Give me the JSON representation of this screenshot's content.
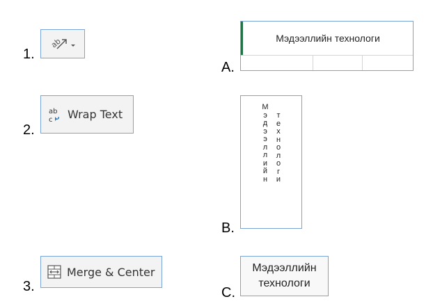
{
  "items": [
    {
      "number": "1.",
      "icon": "text-orientation-icon"
    },
    {
      "number": "2.",
      "icon": "wrap-text-icon",
      "wrap_glyph_top": "ab",
      "wrap_glyph_bottom": "c",
      "label": "Wrap Text"
    },
    {
      "number": "3.",
      "icon": "merge-center-icon",
      "label": "Merge & Center"
    }
  ],
  "options": [
    {
      "letter": "A.",
      "cell_text": "Мэдээллийн технологи"
    },
    {
      "letter": "B.",
      "col1_text": "Мэдээллийн",
      "col2_text": "технологи"
    },
    {
      "letter": "C.",
      "line1": "Мэдээллийн",
      "line2": "технологи"
    }
  ],
  "colors": {
    "button_border": "#7aa3d8",
    "button_bg": "#f3f3f3",
    "excel_green": "#217346",
    "icon_blue": "#2b79c8"
  }
}
